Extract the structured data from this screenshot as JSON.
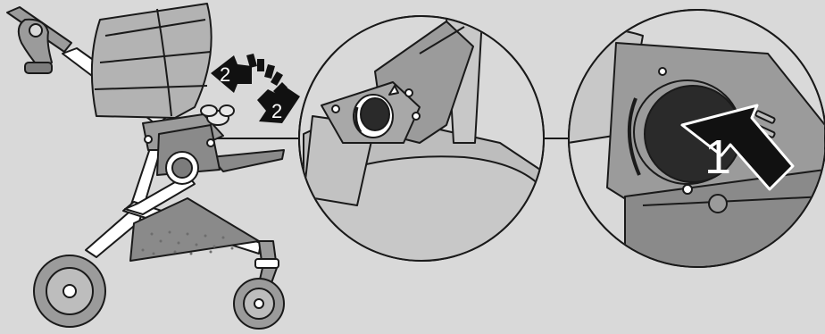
{
  "steps": {
    "step_1_label": "1",
    "step_2_label_a": "2",
    "step_2_label_b": "2"
  },
  "colors": {
    "background": "#d9d9d9",
    "frame_white": "#ffffff",
    "part_mid_gray": "#9b9b9b",
    "part_light_gray": "#bdbdbd",
    "part_dark": "#2a2a2a",
    "outline": "#1a1a1a",
    "arrow_black": "#111111"
  },
  "icons": {
    "stroller": "stroller-illustration",
    "detail_1": "hinge-lock-detail",
    "detail_2": "release-button-detail",
    "arrow_rotate": "curved-rotate-arrow",
    "arrow_press": "press-arrow"
  }
}
